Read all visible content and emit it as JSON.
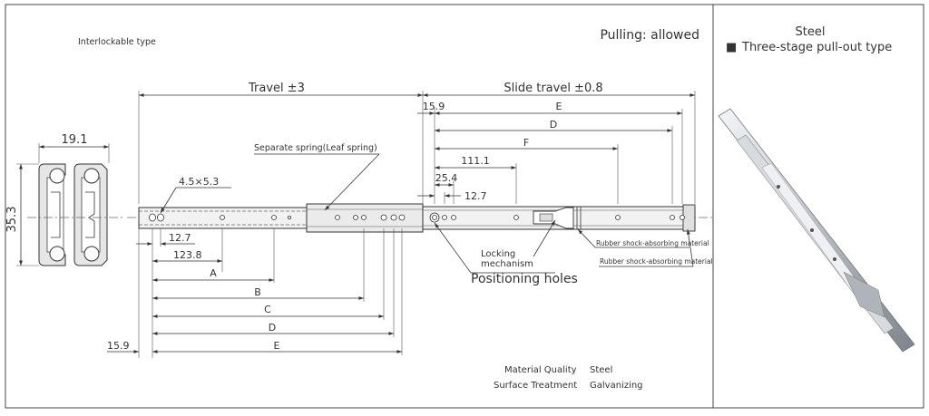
{
  "header": {
    "type_label": "Interlockable type",
    "pulling": "Pulling: allowed"
  },
  "side_panel": {
    "material": "Steel",
    "type_square": "■",
    "type_text": "Three-stage pull-out type"
  },
  "dimensions": {
    "travel": "Travel ±3",
    "slide_travel": "Slide travel ±0.8",
    "d15_9_top": "15.9",
    "E_top": "E",
    "D_top": "D",
    "F_top": "F",
    "d111_1": "111.1",
    "d25_4": "25.4",
    "d12_7_right": "12.7",
    "d19_1": "19.1",
    "d35_3": "35.3",
    "hole_size": "4.5×5.3",
    "d12_7_left": "12.7",
    "d123_8": "123.8",
    "A": "A",
    "B": "B",
    "C": "C",
    "D_bottom": "D",
    "E_bottom": "E",
    "d15_9_bottom": "15.9"
  },
  "callouts": {
    "separate_spring": "Separate spring(Leaf spring)",
    "locking_line1": "Locking",
    "locking_line2": "mechanism",
    "positioning_holes": "Positioning holes",
    "rubber1": "Rubber shock-absorbing material",
    "rubber2": "Rubber shock-absorbing material"
  },
  "specs": {
    "material_label": "Material Quality",
    "material_value": "Steel",
    "surface_label": "Surface Treatment",
    "surface_value": "Galvanizing"
  }
}
